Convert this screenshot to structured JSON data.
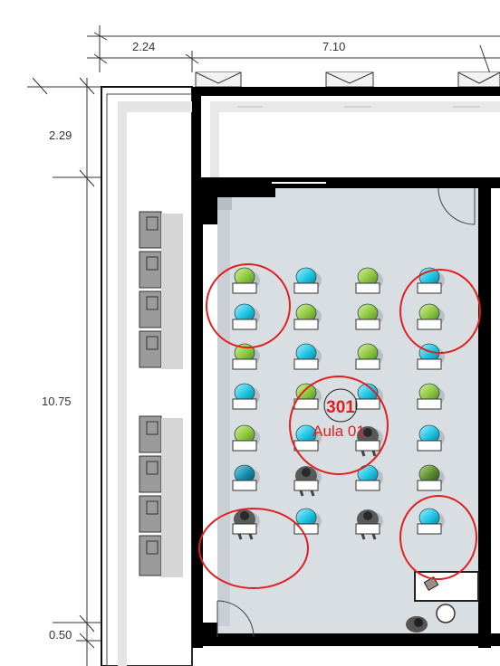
{
  "dimensions": {
    "top_left": "2.24",
    "top_right": "7.10",
    "left_top": "2.29",
    "left_middle": "10.75",
    "left_bottom": "0.50"
  },
  "room": {
    "number": "301",
    "name": "Aula 01"
  },
  "colors": {
    "wall": "#000000",
    "floor": "#d9dee2",
    "highlight_circle": "#e02020",
    "chair_green": "#8cc63f",
    "chair_cyan": "#1cc3e0",
    "chair_teal": "#168aa8",
    "chair_olive": "#5a8a2f",
    "annotation_text": "#e02020"
  }
}
